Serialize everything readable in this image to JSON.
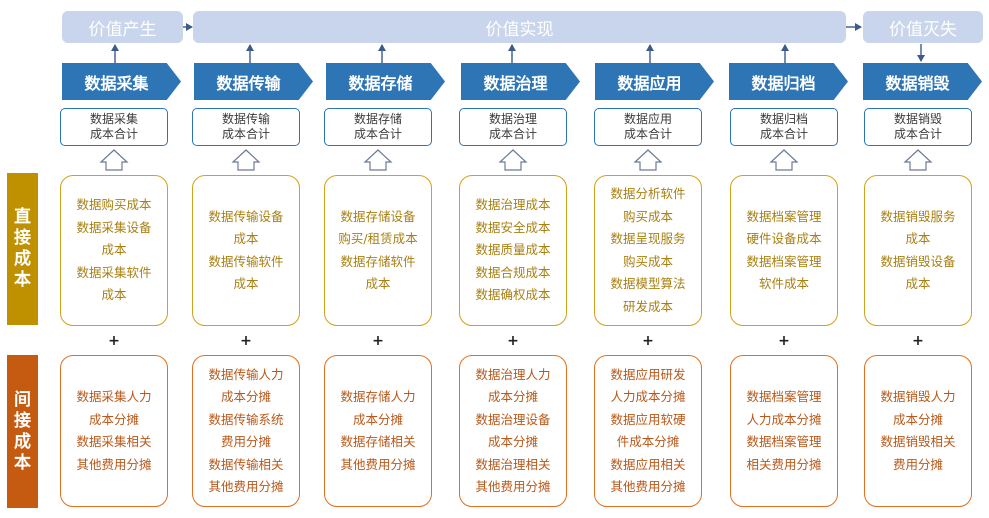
{
  "value_bars": [
    {
      "label": "价值产生"
    },
    {
      "label": "价值实现"
    },
    {
      "label": "价值灭失"
    }
  ],
  "side_labels": {
    "direct": "直接成本",
    "indirect": "间接成本"
  },
  "plus_sign": "+",
  "stages": [
    {
      "name": "数据采集",
      "subtotal": "数据采集\n成本合计",
      "direct": "数据购买成本\n数据采集设备\n成本\n数据采集软件\n成本",
      "indirect": "数据采集人力\n成本分摊\n数据采集相关\n其他费用分摊"
    },
    {
      "name": "数据传输",
      "subtotal": "数据传输\n成本合计",
      "direct": "数据传输设备\n成本\n数据传输软件\n成本",
      "indirect": "数据传输人力\n成本分摊\n数据传输系统\n费用分摊\n数据传输相关\n其他费用分摊"
    },
    {
      "name": "数据存储",
      "subtotal": "数据存储\n成本合计",
      "direct": "数据存储设备\n购买/租赁成本\n数据存储软件\n成本",
      "indirect": "数据存储人力\n成本分摊\n数据存储相关\n其他费用分摊"
    },
    {
      "name": "数据治理",
      "subtotal": "数据治理\n成本合计",
      "direct": "数据治理成本\n数据安全成本\n数据质量成本\n数据合规成本\n数据确权成本",
      "indirect": "数据治理人力\n成本分摊\n数据治理设备\n成本分摊\n数据治理相关\n其他费用分摊"
    },
    {
      "name": "数据应用",
      "subtotal": "数据应用\n成本合计",
      "direct": "数据分析软件\n购买成本\n数据呈现服务\n购买成本\n数据模型算法\n研发成本",
      "indirect": "数据应用研发\n人力成本分摊\n数据应用软硬\n件成本分摊\n数据应用相关\n其他费用分摊"
    },
    {
      "name": "数据归档",
      "subtotal": "数据归档\n成本合计",
      "direct": "数据档案管理\n硬件设备成本\n数据档案管理\n软件成本",
      "indirect": "数据档案管理\n人力成本分摊\n数据档案管理\n相关费用分摊"
    },
    {
      "name": "数据销毁",
      "subtotal": "数据销毁\n成本合计",
      "direct": "数据销毁服务\n成本\n数据销毁设备\n成本",
      "indirect": "数据销毁人力\n成本分摊\n数据销毁相关\n费用分摊"
    }
  ],
  "colors": {
    "stage_blue": "#2e75b6",
    "value_bar": "#c9d5ec",
    "direct_gold": "#bf9000",
    "indirect_orange": "#c55a11"
  }
}
